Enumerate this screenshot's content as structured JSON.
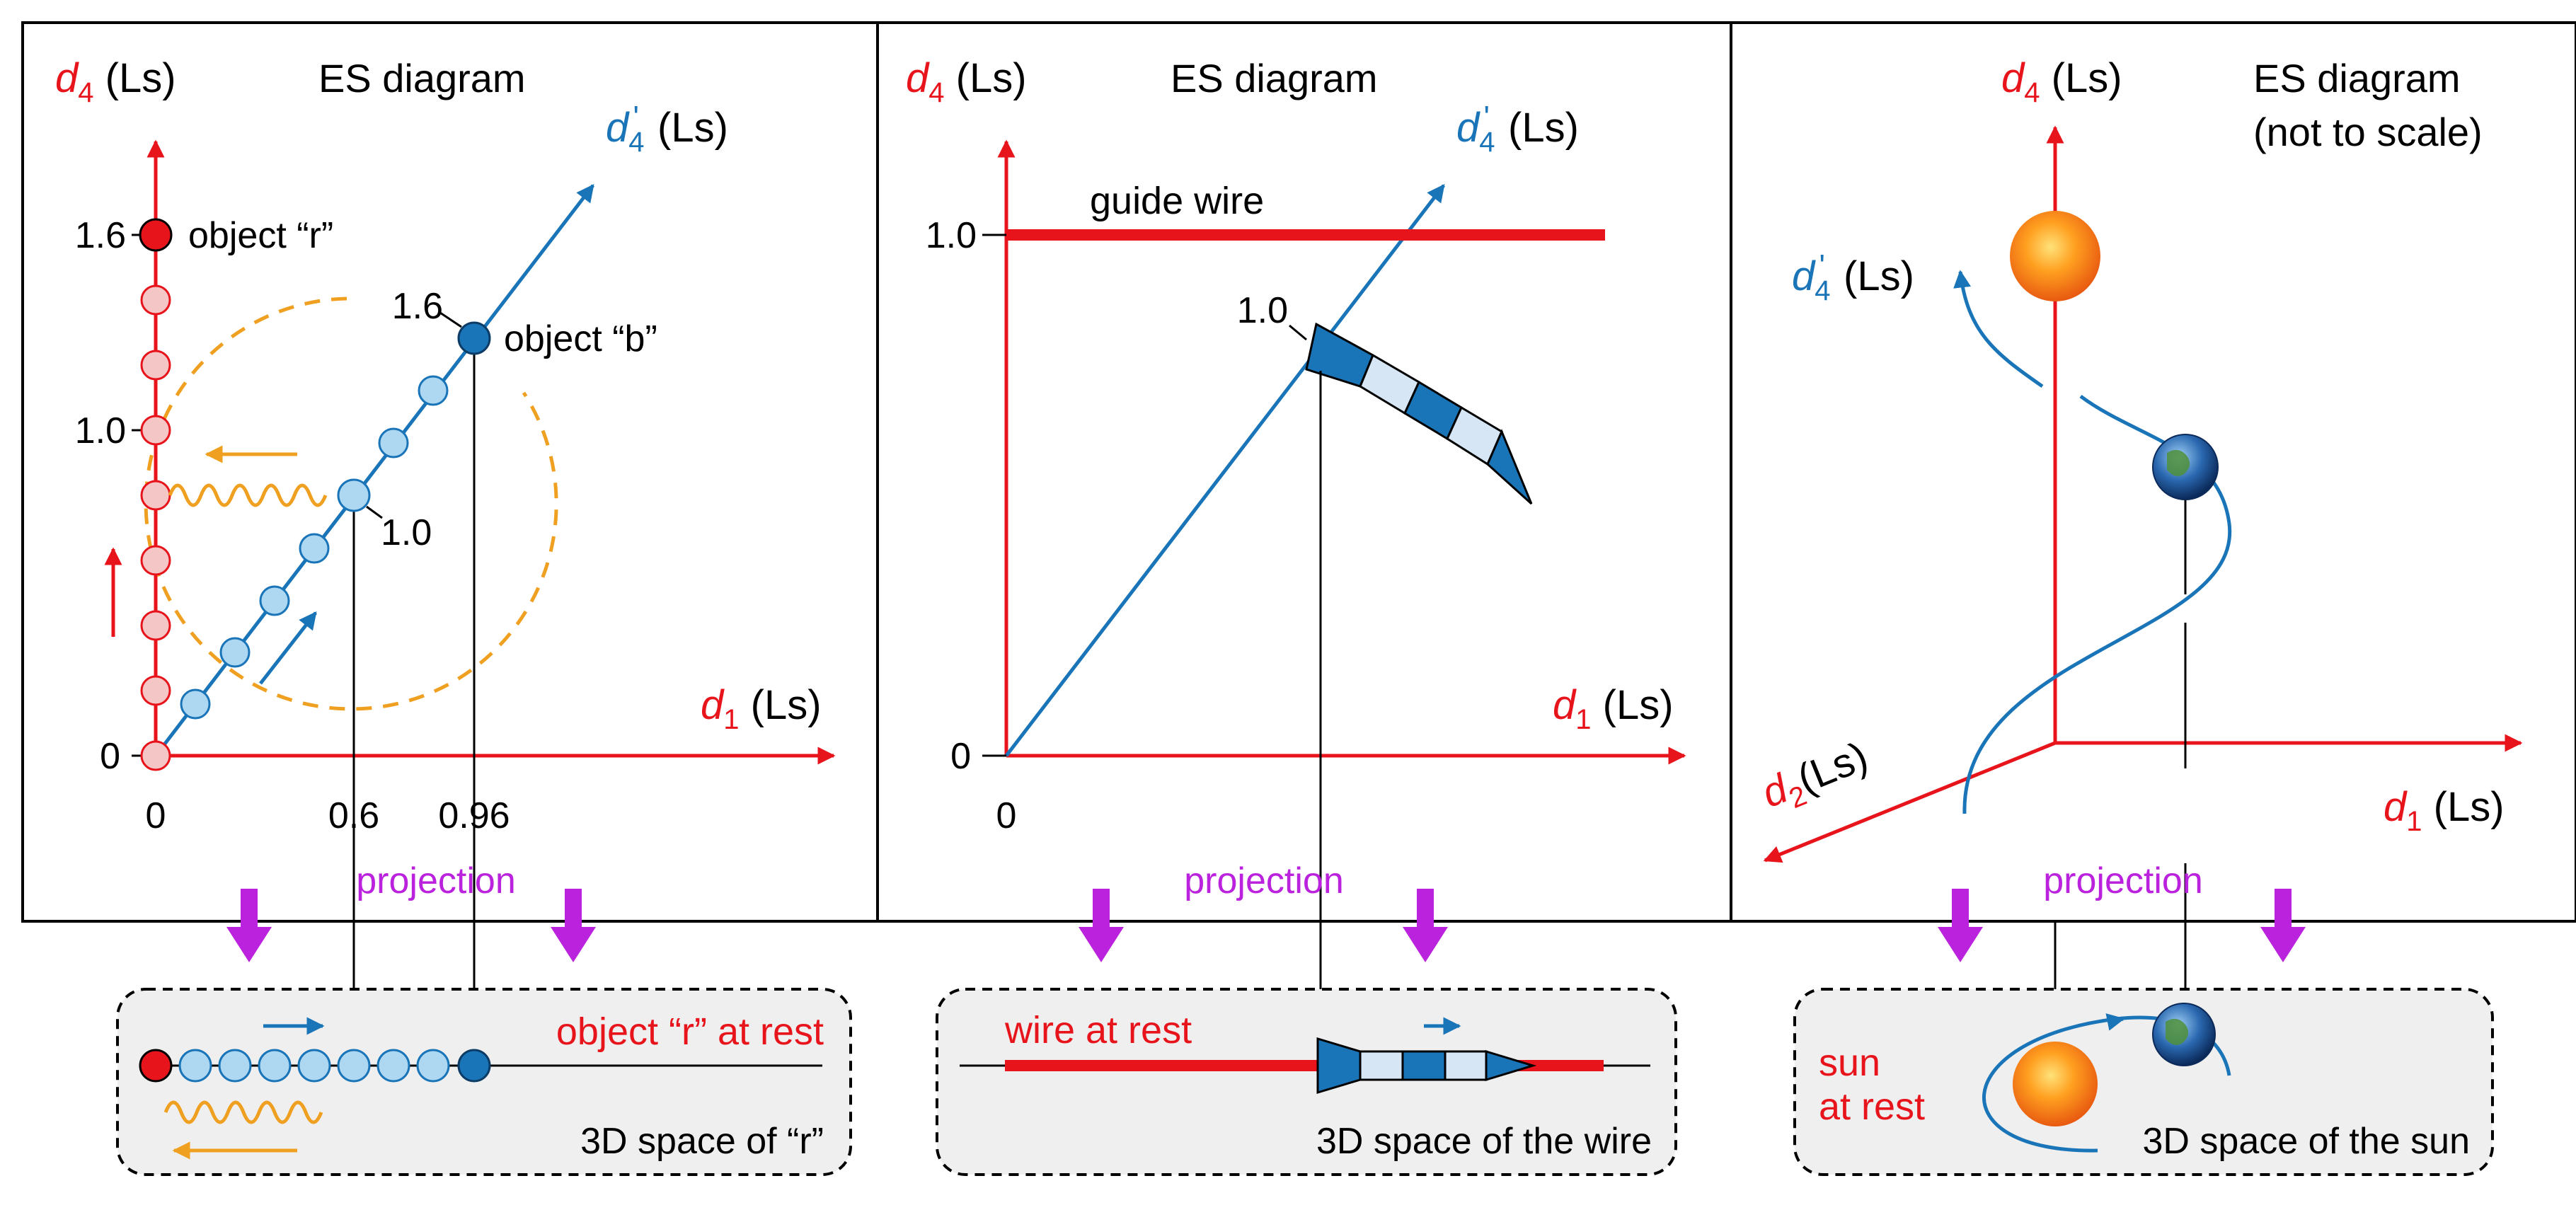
{
  "panels": [
    {
      "title": "ES diagram",
      "y_axis": {
        "symbol": "d",
        "sub": "4",
        "unit": " (Ls)"
      },
      "x_axis": {
        "symbol": "d",
        "sub": "1",
        "unit": " (Ls)"
      },
      "tilted_axis": {
        "symbol": "d",
        "sub": "4",
        "prime": "'",
        "unit": " (Ls)"
      },
      "y_ticks": [
        "1.6",
        "1.0",
        "0"
      ],
      "x_ticks": [
        "0",
        "0.6",
        "0.96"
      ],
      "tilted_ticks": [
        "1.6",
        "1.0"
      ],
      "object_r": "object “r”",
      "object_b": "object “b”",
      "projection": "projection",
      "box_title": "object “r” at rest",
      "box_caption": "3D space of “r”"
    },
    {
      "title": "ES diagram",
      "y_axis": {
        "symbol": "d",
        "sub": "4",
        "unit": " (Ls)"
      },
      "x_axis": {
        "symbol": "d",
        "sub": "1",
        "unit": " (Ls)"
      },
      "tilted_axis": {
        "symbol": "d",
        "sub": "4",
        "prime": "'",
        "unit": " (Ls)"
      },
      "y_ticks": [
        "1.0",
        "0"
      ],
      "x_ticks": [
        "0"
      ],
      "tilted_ticks": [
        "1.0"
      ],
      "guide_wire": "guide wire",
      "projection": "projection",
      "box_title": "wire at rest",
      "box_caption": "3D space of the wire"
    },
    {
      "title_line1": "ES diagram",
      "title_line2": "(not to scale)",
      "y_axis": {
        "symbol": "d",
        "sub": "4",
        "unit": " (Ls)"
      },
      "x_axis": {
        "symbol": "d",
        "sub": "1",
        "unit": " (Ls)"
      },
      "z_axis": {
        "symbol": "d",
        "sub": "2",
        "unit": "(Ls)"
      },
      "tilted_axis": {
        "symbol": "d",
        "sub": "4",
        "prime": "'",
        "unit": " (Ls)"
      },
      "projection": "projection",
      "box_title_line1": "sun",
      "box_title_line2": "at rest",
      "box_caption": "3D space of the sun"
    }
  ],
  "colors": {
    "axis_red": "#e8141c",
    "axis_blue": "#1a74b8",
    "light_blue": "#aed8f2",
    "pink": "#f5c6c6",
    "orange": "#f0a020",
    "purple": "#bb22dd",
    "box_fill": "#efefef"
  }
}
